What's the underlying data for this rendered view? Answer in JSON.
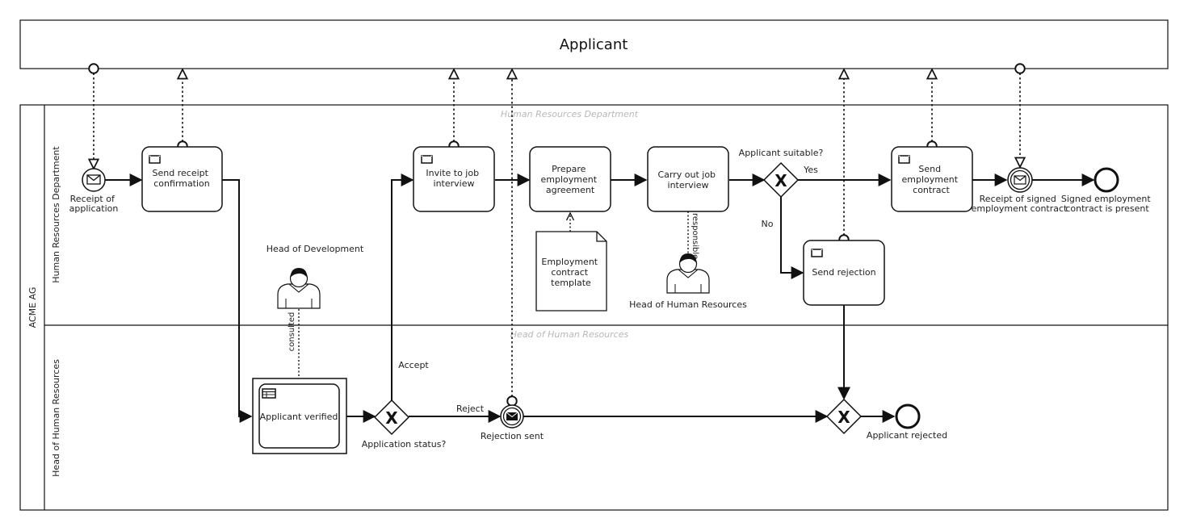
{
  "colors": {
    "line": "#111111",
    "faint_label": "#b8b8b8",
    "selection": "#ff2200"
  },
  "pools": {
    "applicant": "Applicant",
    "company": "ACME AG"
  },
  "lanes": {
    "hr_department": "Human Resources Department",
    "head_hr": "Head of Human Resources"
  },
  "tasks": {
    "send_receipt": [
      "Send receipt",
      "confirmation"
    ],
    "invite": [
      "Invite to job",
      "interview"
    ],
    "prepare": [
      "Prepare",
      "employment",
      "agreement"
    ],
    "carry_out": [
      "Carry out job",
      "interview"
    ],
    "send_contract": [
      "Send",
      "employment",
      "contract"
    ],
    "send_rejection": [
      "Send rejection"
    ],
    "applicant_verified": [
      "Applicant verified"
    ]
  },
  "events": {
    "receipt_application": [
      "Receipt of",
      "application"
    ],
    "receipt_signed": [
      "Receipt of signed",
      "employment contract"
    ],
    "signed_present": [
      "Signed employment",
      "contract is present"
    ],
    "rejection_sent": [
      "Rejection sent"
    ],
    "applicant_rejected": [
      "Applicant rejected"
    ]
  },
  "gateways": {
    "applicant_suitable": "Applicant suitable?",
    "application_status": "Application status?"
  },
  "flow_labels": {
    "yes": "Yes",
    "no": "No",
    "accept": "Accept",
    "reject": "Reject"
  },
  "resources": {
    "head_development": "Head of Development",
    "head_human_resources": "Head of Human Resources",
    "consulted": "consulted",
    "responsible": "responsible"
  },
  "data_object": [
    "Employment",
    "contract",
    "template"
  ],
  "icons": {
    "message": "envelope-icon",
    "business_rule": "table-icon",
    "gateway": "exclusive-x-icon",
    "person": "user-icon"
  }
}
